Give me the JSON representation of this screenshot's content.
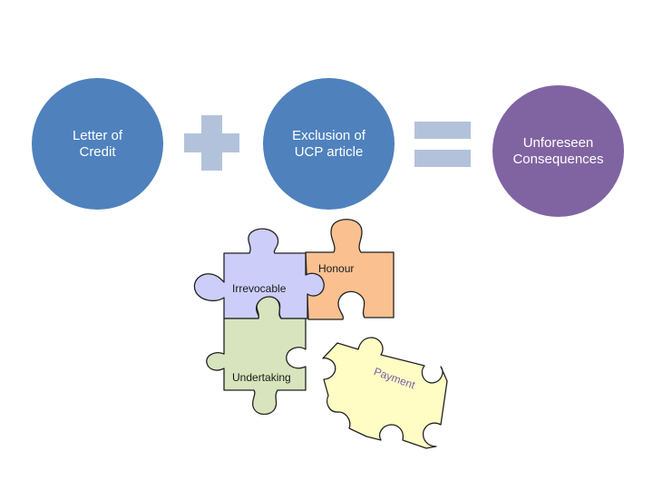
{
  "equation": {
    "term1": {
      "line1": "Letter of",
      "line2": "Credit"
    },
    "term2": {
      "line1": "Exclusion of",
      "line2": "UCP article"
    },
    "result": {
      "line1": "Unforeseen",
      "line2": "Consequences"
    }
  },
  "puzzle": {
    "irrevocable": "Irrevocable",
    "honour": "Honour",
    "undertaking": "Undertaking",
    "payment": "Payment"
  },
  "colors": {
    "circle_blue": "#4f81bd",
    "circle_purple": "#8064a2",
    "operator": "#b3c2db",
    "piece_irrevocable": "#cccdf8",
    "piece_honour": "#fac090",
    "piece_undertaking": "#d7e4bd",
    "piece_payment": "#fffdc4"
  }
}
